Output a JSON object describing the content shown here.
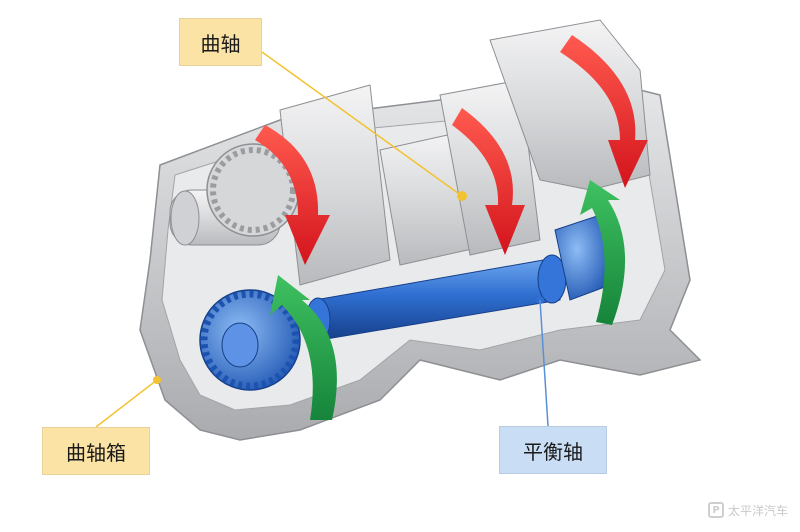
{
  "labels": {
    "crankshaft": "曲轴",
    "crankcase": "曲轴箱",
    "balance_shaft": "平衡轴"
  },
  "colors": {
    "crankshaft_label_bg": "#fbe3a5",
    "balance_label_bg": "#c9ddf4",
    "rotation_down_arrow": "#e0222a",
    "rotation_up_arrow": "#1f9a3e",
    "balance_shaft": "#2f6fd1",
    "leader_line_crankshaft": "#f2c230",
    "leader_line_balance": "#5a8fd6"
  },
  "watermark": {
    "text": "太平洋汽车",
    "logo_glyph": "P"
  }
}
